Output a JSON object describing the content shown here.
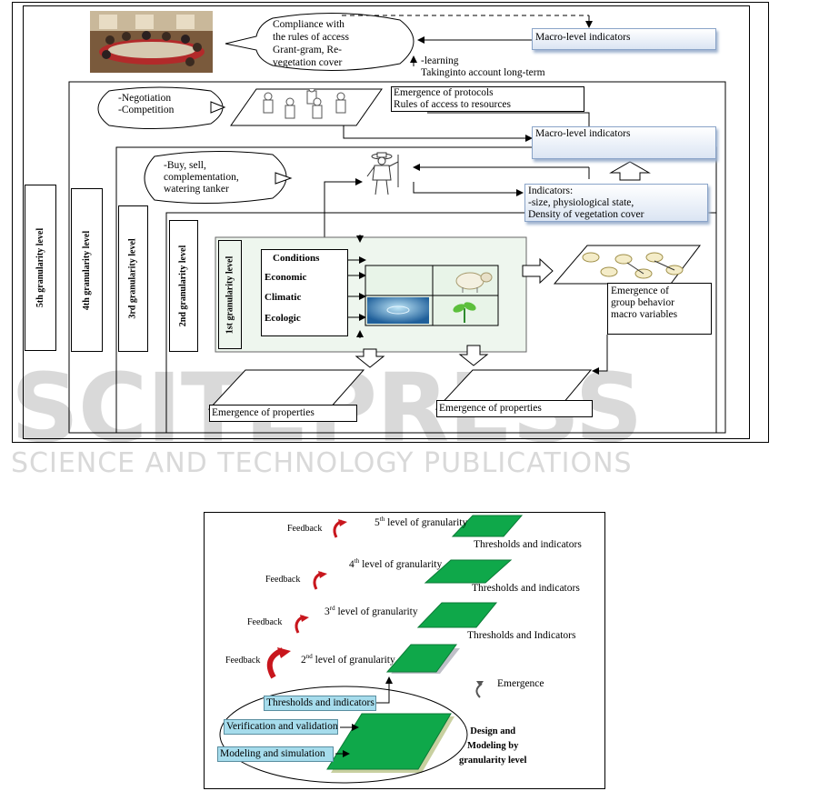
{
  "watermark": {
    "brand": "SCITEPRESS",
    "tagline": "SCIENCE AND TECHNOLOGY PUBLICATIONS"
  },
  "top_figure": {
    "levels": {
      "l5": "5th granularity level",
      "l4": "4th granularity level",
      "l3": "3rd granularity level",
      "l2": "2nd granularity level",
      "l1": "1st granularity level"
    },
    "bubble_top": [
      "Compliance with",
      "the rules of access",
      "Grant-gram, Re-",
      "vegetation cover"
    ],
    "macro_indicators_top": "Macro-level indicators",
    "learning": [
      "-learning",
      "Takinginto account long-term"
    ],
    "bubble_negotiation": [
      "-Negotiation",
      "-Competition"
    ],
    "emergence_protocols": [
      "Emergence of protocols",
      "Rules of access to resources"
    ],
    "macro_indicators_mid": "Macro-level indicators",
    "bubble_buy": [
      "-Buy, sell,",
      "complementation,",
      "watering tanker"
    ],
    "indicators_box": [
      "Indicators:",
      "-size, physiological state,",
      "Density of vegetation  cover"
    ],
    "conditions": [
      "Conditions",
      "Economic",
      "Climatic",
      "Ecologic"
    ],
    "emergence_group": [
      "Emergence of",
      "group behavior",
      "macro variables"
    ],
    "emergence_props_left": "Emergence of properties",
    "emergence_props_right": "Emergence of properties"
  },
  "bottom_figure": {
    "levels": [
      {
        "num": "5",
        "sup": "th",
        "rest": " level of granularity",
        "thresholds": "Thresholds and indicators",
        "feedback": "Feedback"
      },
      {
        "num": "4",
        "sup": "th",
        "rest": " level of granularity",
        "thresholds": "Thresholds and indicators",
        "feedback": "Feedback"
      },
      {
        "num": "3",
        "sup": "rd",
        "rest": " level of granularity",
        "thresholds": "Thresholds and Indicators",
        "feedback": "Feedback"
      },
      {
        "num": "2",
        "sup": "nd",
        "rest": " level of granularity",
        "thresholds": "",
        "feedback": "Feedback"
      }
    ],
    "emergence": "Emergence",
    "thresholds_box": "Thresholds and indicators",
    "verification": "Verification and validation",
    "modeling": "Modeling and simulation",
    "design": [
      "Design and",
      "Modeling by",
      "granularity level"
    ]
  },
  "colors": {
    "green": "#0fa84a",
    "feedback_red": "#c8161d",
    "indicator_blue": "#dbe5f3",
    "cyan": "#a6dcec"
  }
}
